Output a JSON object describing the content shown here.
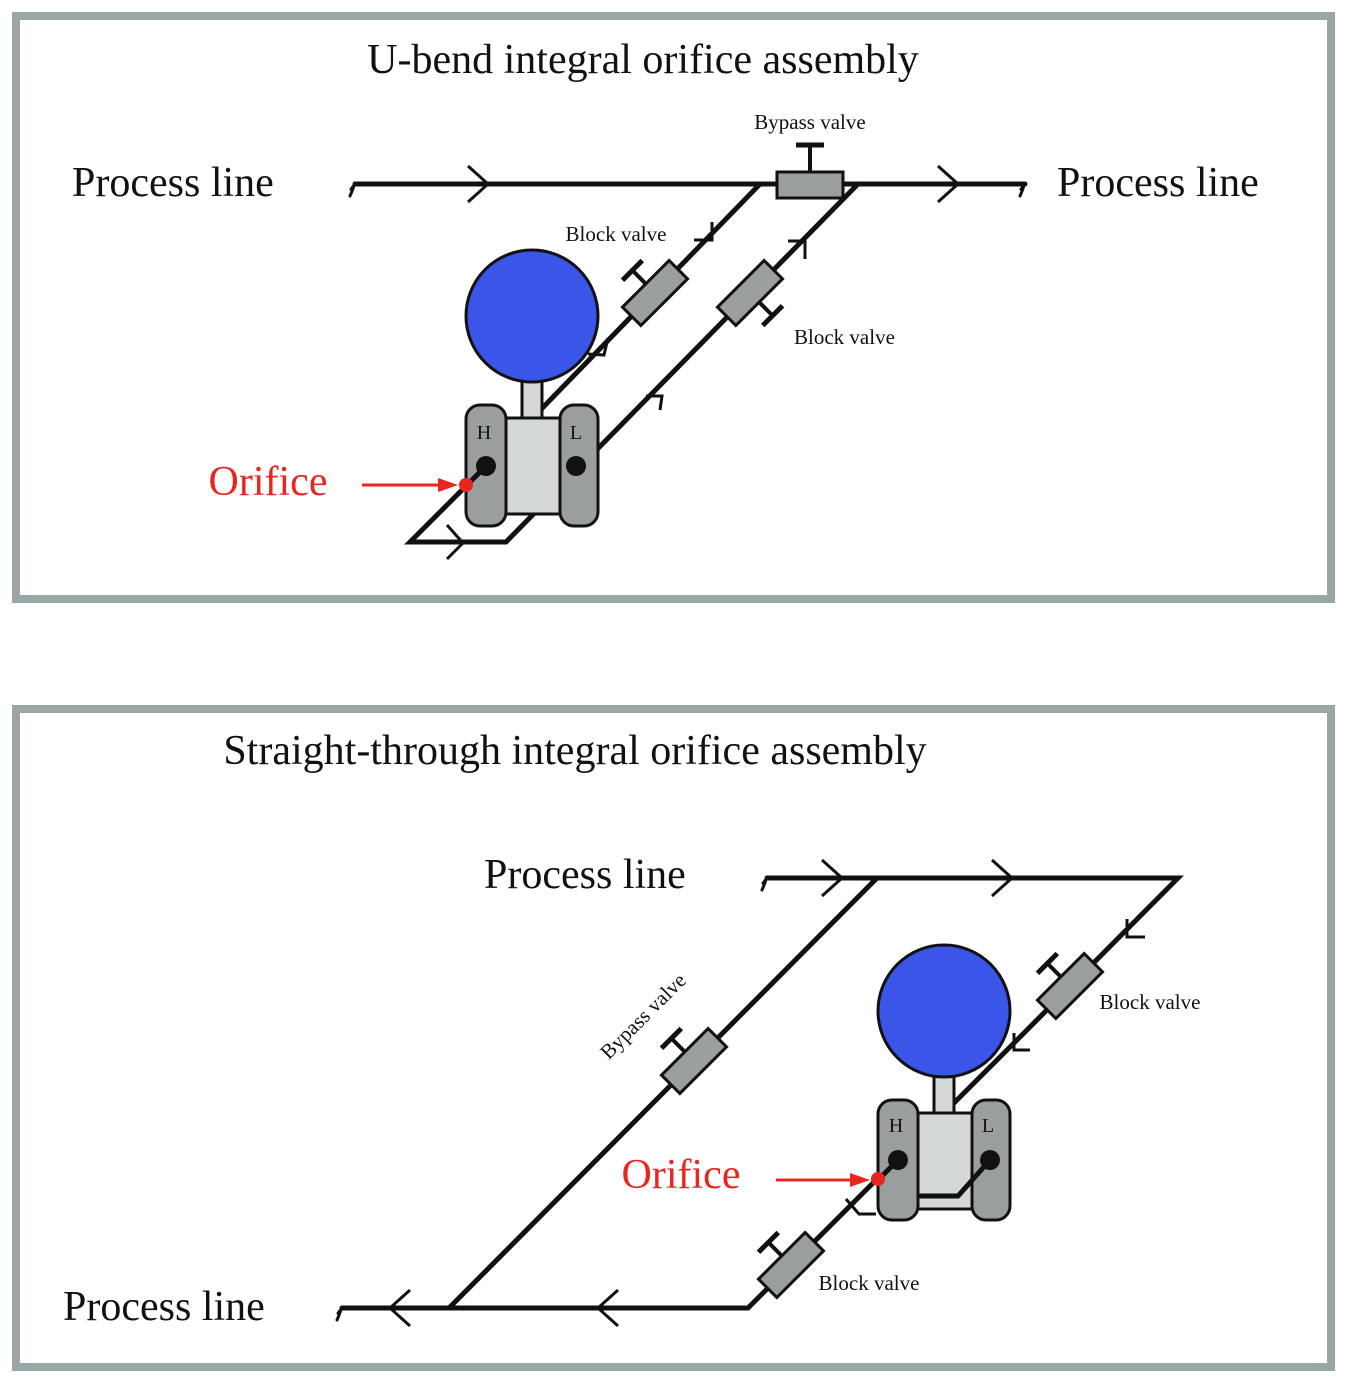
{
  "top_diagram": {
    "title": "U-bend integral orifice assembly",
    "process_line_left": "Process line",
    "process_line_right": "Process line",
    "bypass_valve": "Bypass valve",
    "block_valve_upper": "Block valve",
    "block_valve_lower": "Block valve",
    "high_port": "H",
    "low_port": "L",
    "orifice": "Orifice"
  },
  "bottom_diagram": {
    "title": "Straight-through integral orifice assembly",
    "process_line_top": "Process line",
    "process_line_bottom": "Process line",
    "bypass_valve": "Bypass valve",
    "block_valve_upper": "Block valve",
    "block_valve_lower": "Block valve",
    "high_port": "H",
    "low_port": "L",
    "orifice": "Orifice"
  },
  "colors": {
    "panel_border": "#9da6a6",
    "pipe": "#111111",
    "valve_body": "#9a9e9c",
    "flange": "#9a9e9c",
    "transmitter_body": "#d4d8d7",
    "diaphragm_head": "#3a55e8",
    "orifice_marker": "#e8251f",
    "orifice_label": "#e8251f"
  }
}
